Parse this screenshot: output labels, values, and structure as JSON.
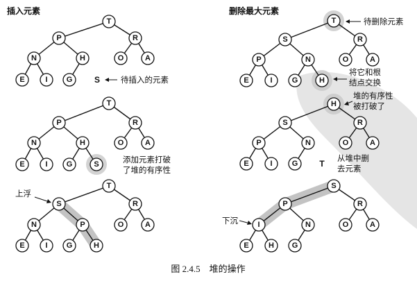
{
  "caption": "图 2.4.5　堆的操作",
  "panels": {
    "insert": {
      "title": "插入元素",
      "step1": {
        "nodes": [
          "T",
          "P",
          "R",
          "N",
          "H",
          "O",
          "A",
          "E",
          "I",
          "G"
        ],
        "free_key": "S",
        "note": "待插入的元素"
      },
      "step2": {
        "nodes": [
          "T",
          "P",
          "R",
          "N",
          "H",
          "O",
          "A",
          "E",
          "I",
          "G",
          "S"
        ],
        "note_lines": [
          "添加元素打破",
          "了堆的有序性"
        ]
      },
      "step3": {
        "nodes": [
          "T",
          "S",
          "R",
          "N",
          "P",
          "O",
          "A",
          "E",
          "I",
          "G",
          "H"
        ],
        "note": "上浮"
      }
    },
    "delete": {
      "title": "删除最大元素",
      "step1": {
        "nodes": [
          "T",
          "S",
          "R",
          "P",
          "N",
          "O",
          "A",
          "E",
          "I",
          "G",
          "H"
        ],
        "note_top": "待删除元素",
        "note_swap_lines": [
          "将它和根",
          "结点交换"
        ]
      },
      "step2": {
        "nodes": [
          "H",
          "S",
          "R",
          "P",
          "N",
          "O",
          "A",
          "E",
          "I",
          "G"
        ],
        "free_key": "T",
        "note_broken_lines": [
          "堆的有序性",
          "被打破了"
        ],
        "note_removed_lines": [
          "从堆中删",
          "去元素"
        ]
      },
      "step3": {
        "nodes": [
          "S",
          "P",
          "R",
          "I",
          "N",
          "O",
          "A",
          "E",
          "H",
          "G"
        ],
        "note": "下沉"
      }
    }
  },
  "colors": {
    "ink": "#111111",
    "highlight": "#b9b9b9",
    "paper": "#ffffff"
  }
}
